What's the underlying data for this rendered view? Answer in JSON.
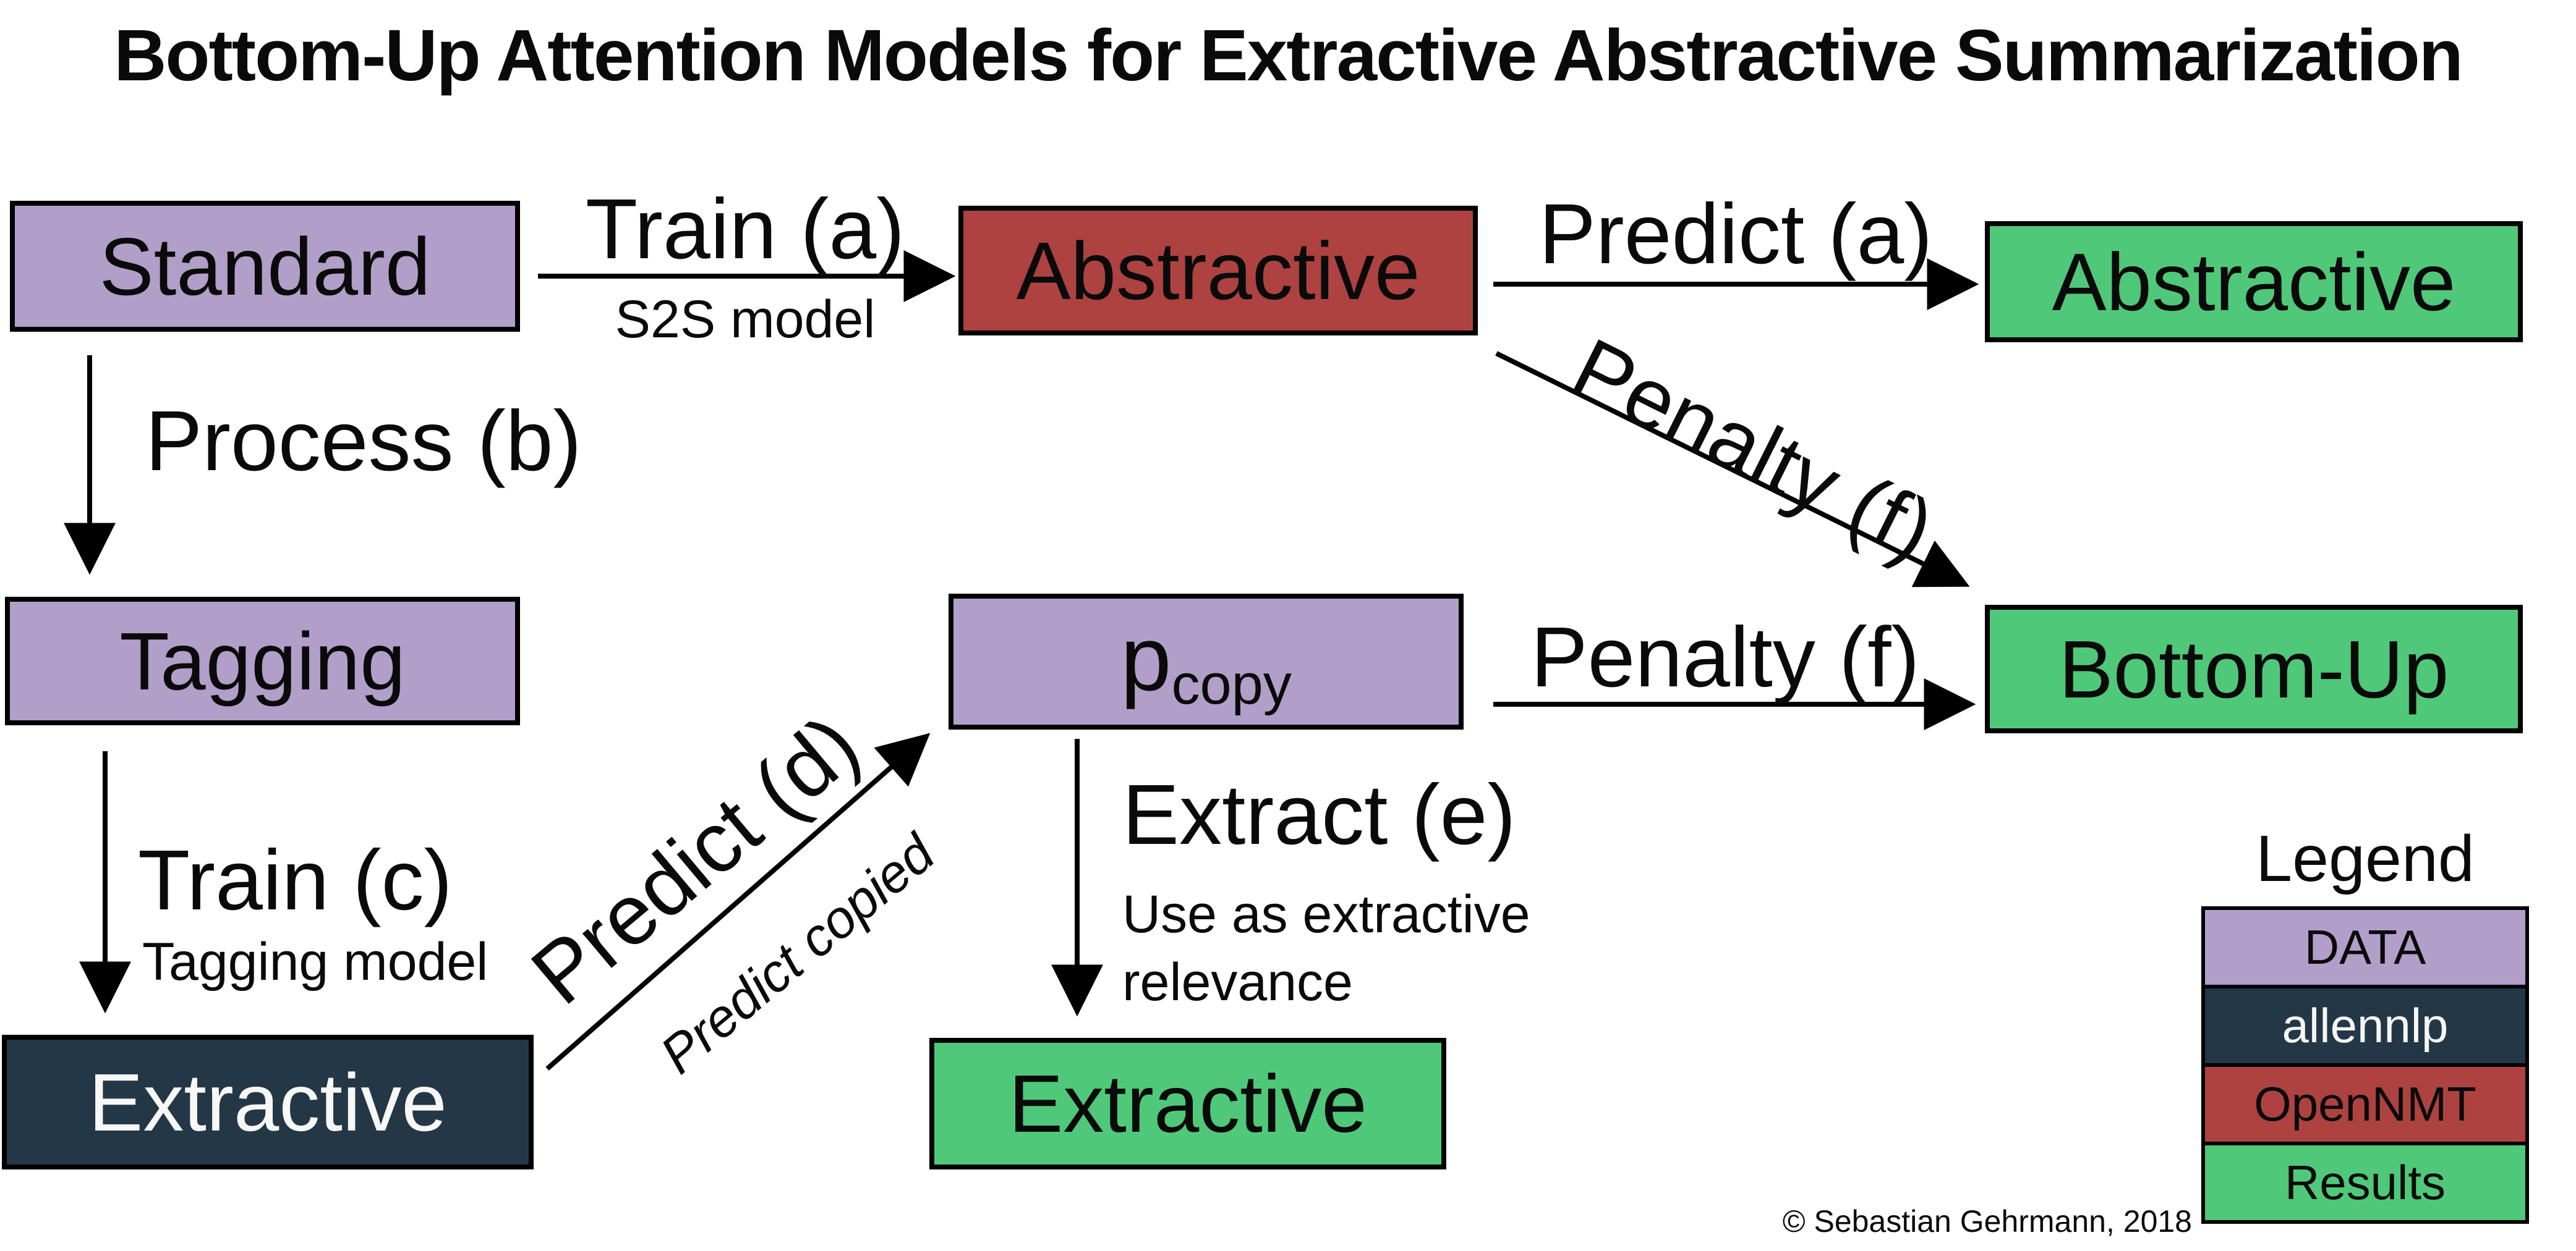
{
  "title": "Bottom-Up Attention Models for Extractive Abstractive Summarization",
  "colors": {
    "purple": "#b19fca",
    "red": "#ad4241",
    "green": "#4fc979",
    "dark": "#233746",
    "light_text": "#f7f7f5",
    "black": "#000000"
  },
  "boxes": {
    "standard": "Standard",
    "abstractive_model": "Abstractive",
    "abstractive_result": "Abstractive",
    "tagging": "Tagging",
    "pcopy": {
      "main": "p",
      "sub": "copy"
    },
    "bottom_up": "Bottom-Up",
    "extractive_model": "Extractive",
    "extractive_result": "Extractive"
  },
  "edges": {
    "train_a": {
      "label": "Train (a)",
      "sublabel": "S2S model"
    },
    "predict_a": {
      "label": "Predict (a)"
    },
    "penalty_f_diagonal": {
      "label": "Penalty (f)"
    },
    "process_b": {
      "label": "Process (b)"
    },
    "train_c": {
      "label": "Train (c)",
      "sublabel": "Tagging model"
    },
    "predict_d": {
      "label": "Predict (d)",
      "sublabel": "Predict copied"
    },
    "extract_e": {
      "label": "Extract (e)",
      "sublabel": "Use as extractive\nrelevance"
    },
    "penalty_f": {
      "label": "Penalty (f)"
    }
  },
  "legend": {
    "title": "Legend",
    "items": [
      {
        "label": "DATA",
        "color": "#b19fca",
        "text_color": "#0a0a0a"
      },
      {
        "label": "allennlp",
        "color": "#233746",
        "text_color": "#f7f7f5"
      },
      {
        "label": "OpenNMT",
        "color": "#ad4241",
        "text_color": "#0a0a0a"
      },
      {
        "label": "Results",
        "color": "#4fc979",
        "text_color": "#0a0a0a"
      }
    ]
  },
  "footer": {
    "copyright": "© Sebastian Gehrmann, 2018"
  }
}
